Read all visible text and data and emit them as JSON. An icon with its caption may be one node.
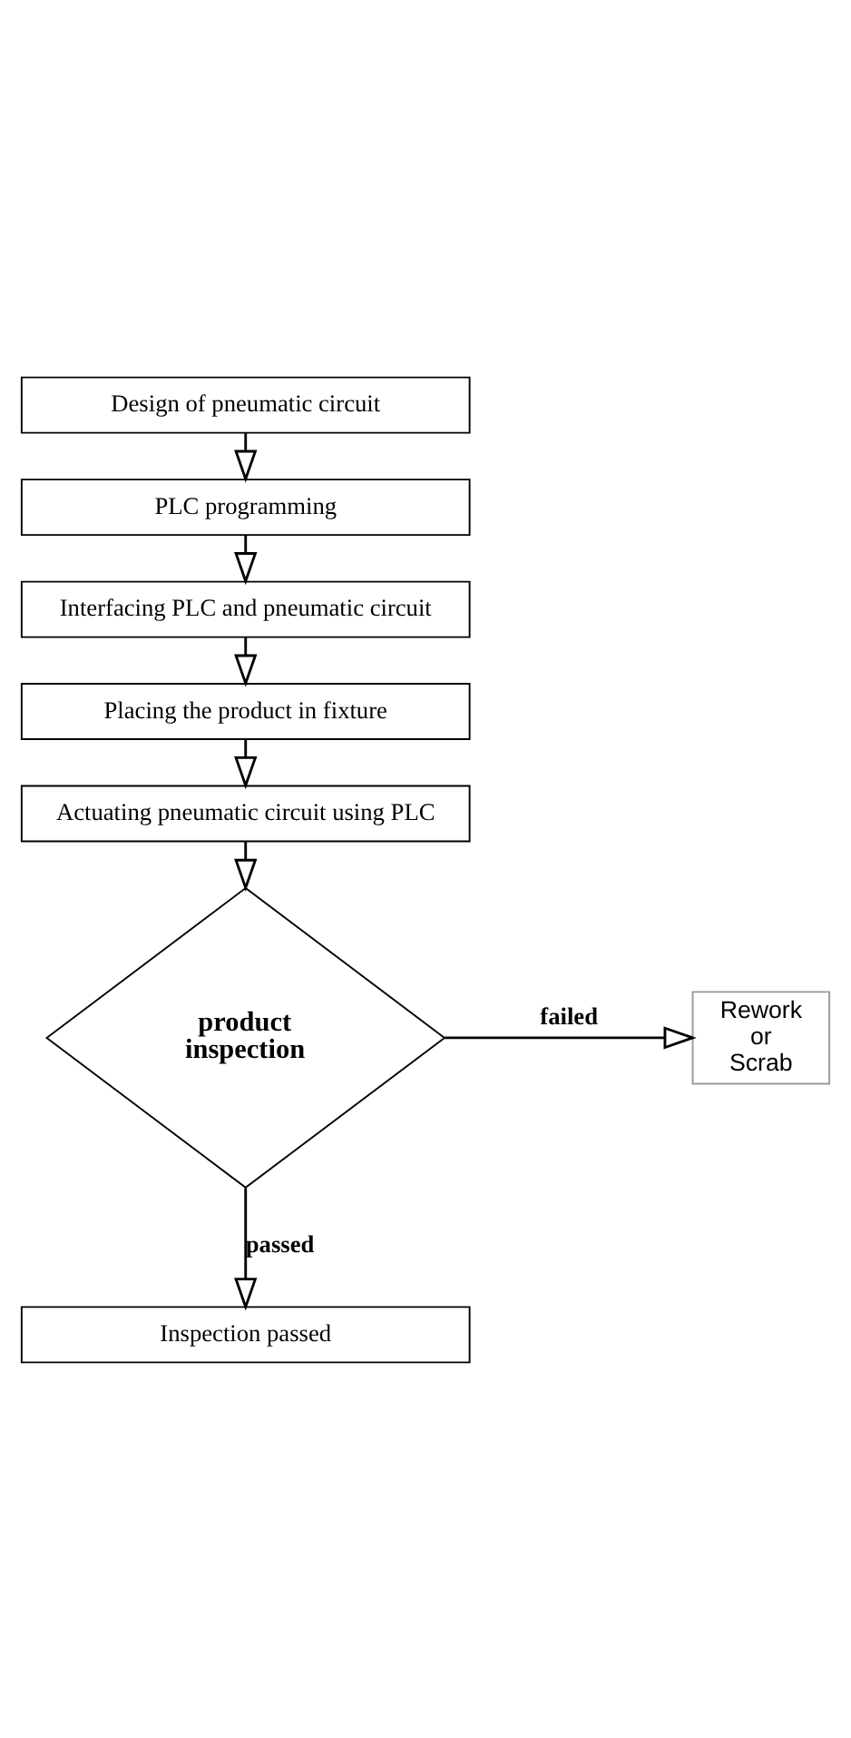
{
  "diagram": {
    "nodes": [
      {
        "text": [
          "Design of pneumatic circuit"
        ]
      },
      {
        "text": [
          "PLC programming"
        ]
      },
      {
        "text": [
          "Interfacing PLC and pneumatic circuit"
        ]
      },
      {
        "text": [
          "Placing the product in fixture"
        ]
      },
      {
        "text": [
          "Actuating pneumatic circuit using PLC"
        ]
      },
      {
        "text": [
          "product inspection"
        ]
      },
      {
        "text": [
          "Rework or Scrab"
        ]
      },
      {
        "text": [
          "Inspection passed"
        ]
      }
    ],
    "edges": [
      {
        "from": 0,
        "to": 1,
        "arrow": "to"
      },
      {
        "from": 1,
        "to": 2,
        "arrow": "to"
      },
      {
        "from": 2,
        "to": 3,
        "arrow": "to"
      },
      {
        "from": 3,
        "to": 4,
        "arrow": "to"
      },
      {
        "from": 4,
        "to": 5,
        "arrow": "to"
      },
      {
        "from": 5,
        "to": 6,
        "arrow": "to",
        "label": "failed"
      },
      {
        "from": 5,
        "to": 7,
        "arrow": "to",
        "label": "passed"
      }
    ]
  }
}
